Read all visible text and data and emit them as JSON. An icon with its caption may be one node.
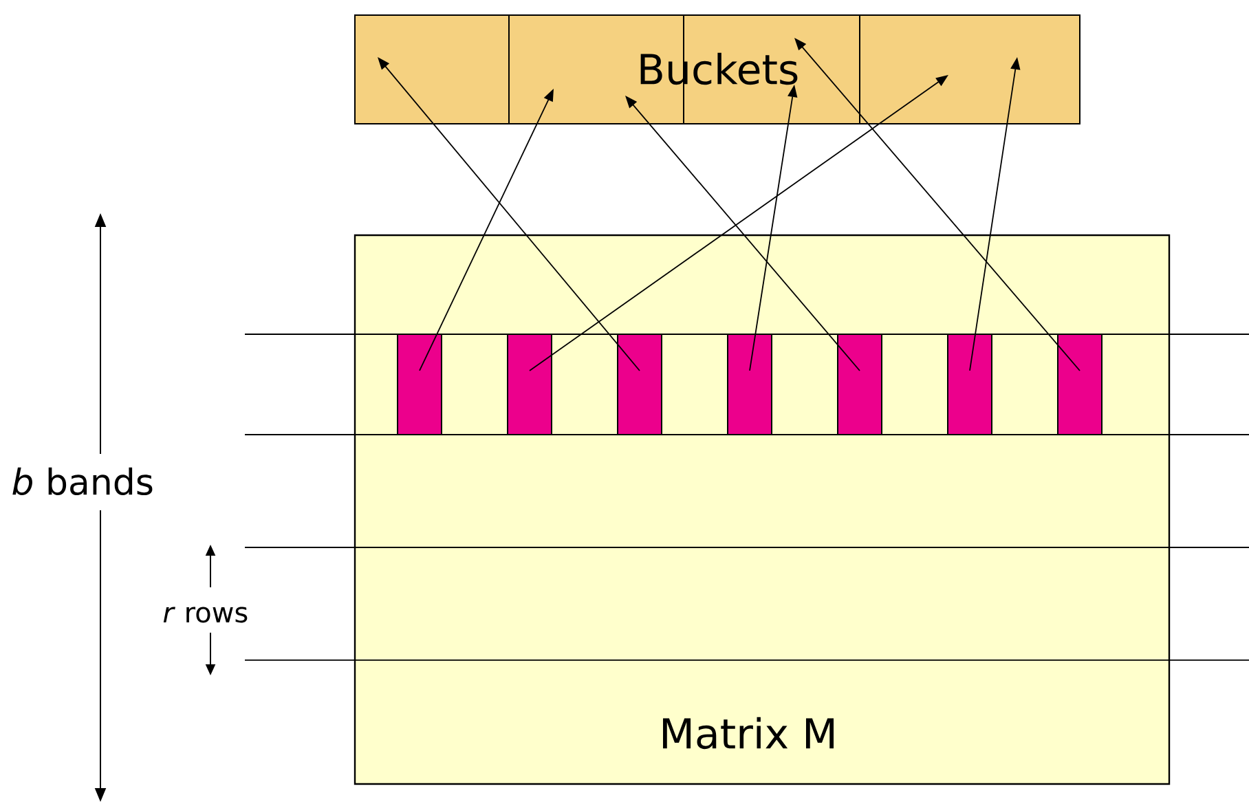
{
  "diagram": {
    "nodes": [
      {
        "text": [],
        "shape": "box"
      },
      {
        "text": [],
        "shape": "box"
      },
      {
        "text": [],
        "shape": "box"
      },
      {
        "text": [],
        "shape": "box"
      },
      {
        "text": [
          "Matrix M"
        ]
      },
      {
        "text": [],
        "shape": "bar",
        "in": 4
      },
      {
        "text": [],
        "shape": "bar",
        "in": 4
      },
      {
        "text": [],
        "shape": "bar",
        "in": 4
      },
      {
        "text": [],
        "shape": "bar",
        "in": 4
      },
      {
        "text": [],
        "shape": "bar",
        "in": 4
      },
      {
        "text": [],
        "shape": "bar",
        "in": 4
      },
      {
        "text": [],
        "shape": "bar",
        "in": 4
      }
    ],
    "edges": [
      {
        "from": 5,
        "to": 1,
        "arrow": "to"
      },
      {
        "from": 6,
        "to": 3,
        "arrow": "to"
      },
      {
        "from": 7,
        "to": 0,
        "arrow": "to"
      },
      {
        "from": 8,
        "to": 2,
        "arrow": "to"
      },
      {
        "from": 9,
        "to": 1,
        "arrow": "to"
      },
      {
        "from": 10,
        "to": 3,
        "arrow": "to"
      },
      {
        "from": 11,
        "to": 2,
        "arrow": "to"
      }
    ],
    "labels": [
      "Buckets",
      "*b* bands",
      "*r* rows"
    ]
  }
}
